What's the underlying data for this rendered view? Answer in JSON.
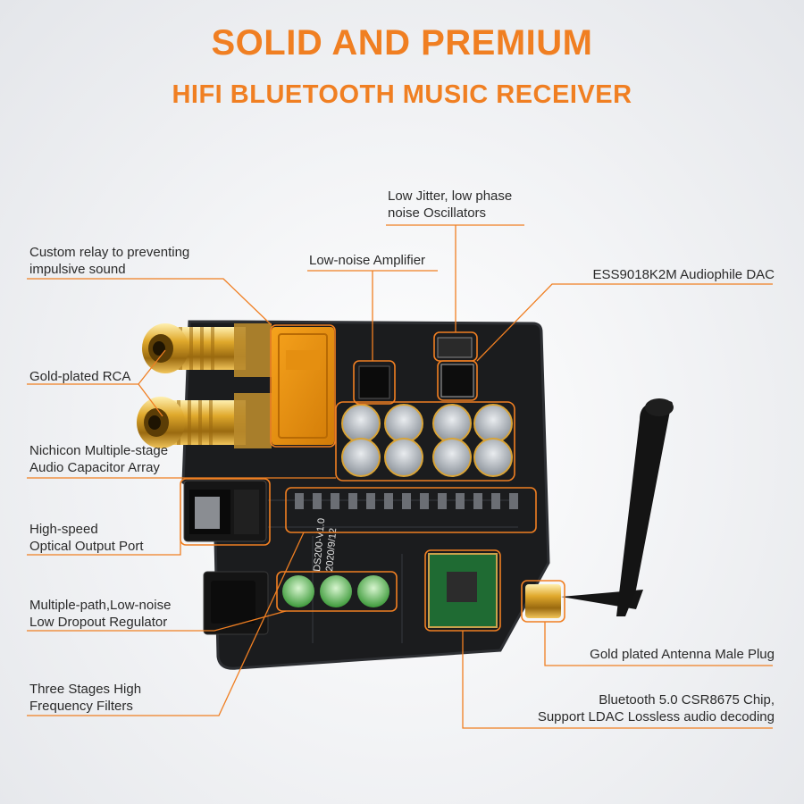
{
  "header": {
    "title": "SOLID AND PREMIUM",
    "subtitle": "HIFI BLUETOOTH MUSIC RECEIVER"
  },
  "callouts": {
    "oscillators": {
      "line1": "Low Jitter, low phase",
      "line2": "noise Oscillators"
    },
    "relay": {
      "line1": "Custom relay to preventing",
      "line2": "impulsive sound"
    },
    "amplifier": {
      "line1": "Low-noise Amplifier"
    },
    "dac": {
      "line1": "ESS9018K2M Audiophile DAC"
    },
    "rca": {
      "line1": "Gold-plated RCA"
    },
    "capacitors": {
      "line1": "Nichicon Multiple-stage",
      "line2": "Audio Capacitor Array"
    },
    "optical": {
      "line1": "High-speed",
      "line2": "Optical Output Port"
    },
    "regulator": {
      "line1": "Multiple-path,Low-noise",
      "line2": "Low Dropout Regulator"
    },
    "antenna_plug": {
      "line1": "Gold plated Antenna Male Plug"
    },
    "filters": {
      "line1": "Three Stages High",
      "line2": "Frequency Filters"
    },
    "bluetooth": {
      "line1": "Bluetooth 5.0 CSR8675 Chip,",
      "line2": "Support LDAC Lossless audio decoding"
    }
  },
  "board": {
    "silkscreen_model": "DS200-V1.0",
    "silkscreen_date": "2020/9/12"
  },
  "colors": {
    "accent": "#f07f22",
    "board": "#1b1c1e",
    "gold": "#d9a437",
    "text": "#2a2a2a"
  }
}
